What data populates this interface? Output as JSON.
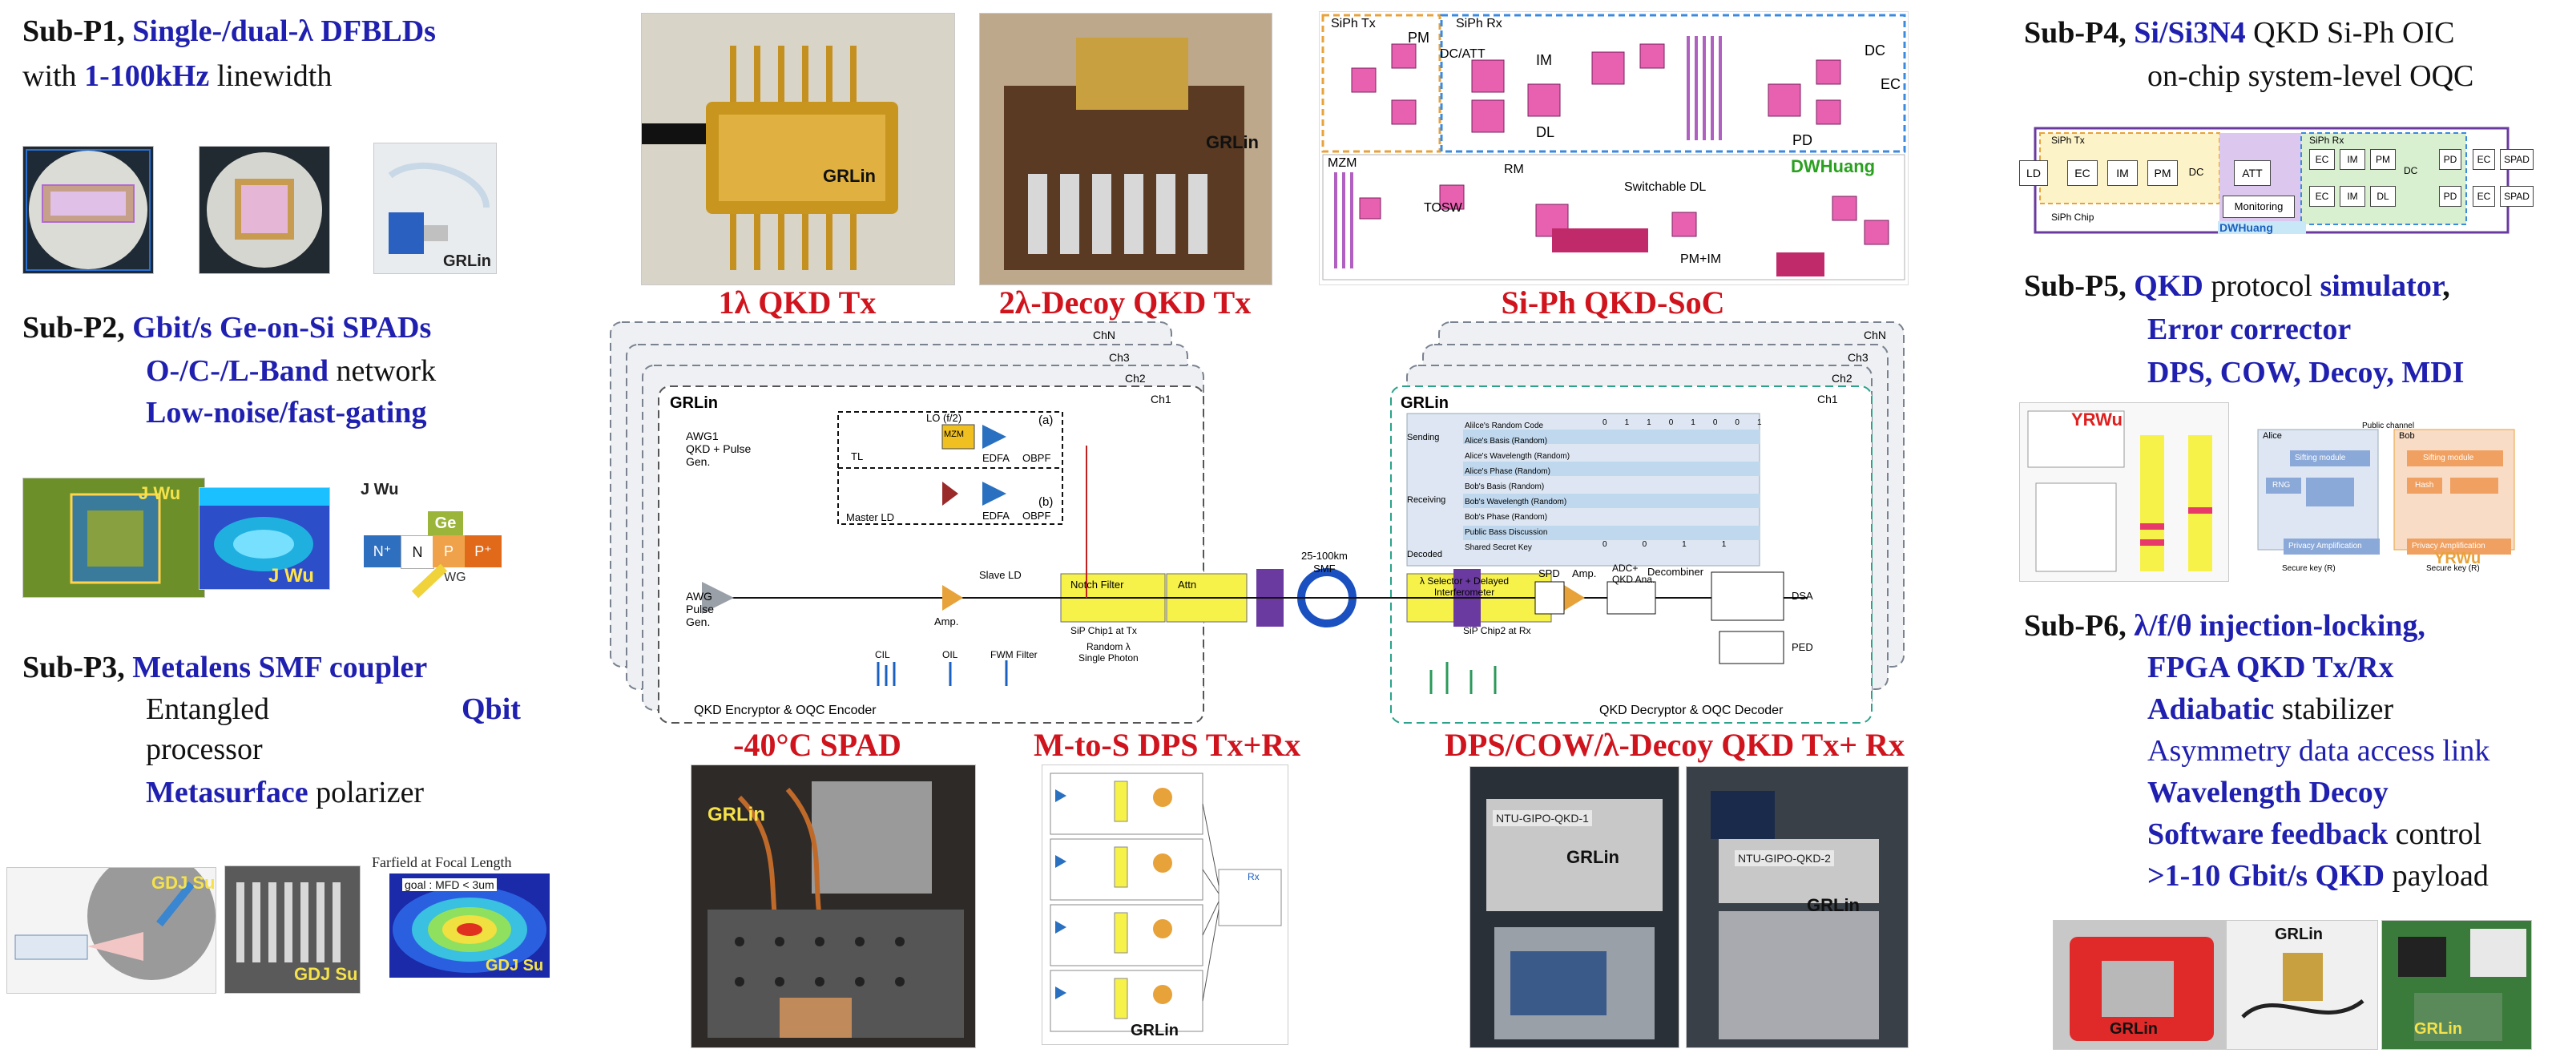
{
  "subp1": {
    "tag": "Sub-P1,",
    "t1": "Single-/dual-λ DFBLDs",
    "t2a": "with ",
    "t2b": "1-100kHz",
    "t2c": " linewidth",
    "photo_label": "GRLin"
  },
  "subp2": {
    "tag": "Sub-P2,",
    "t1": "Gbit/s Ge-on-Si SPADs",
    "t2a": "O-/C-/L-Band",
    "t2b": " network",
    "t3": "Low-noise/fast-gating",
    "wm1": "J Wu",
    "wm2": "J Wu",
    "wm3": "J Wu",
    "ge": "Ge",
    "n1": "N⁺",
    "n2": "N",
    "p1": "P",
    "p2": "P⁺",
    "wg": "WG"
  },
  "subp3": {
    "tag": "Sub-P3,",
    "t1": "Metalens SMF coupler",
    "t2a": "Entangled",
    "t2b": "Qbit",
    "t3": "processor",
    "t4a": "Metasurface",
    "t4b": " polarizer",
    "wm1": "GDJ Su",
    "wm2": "GDJ Su",
    "wm3": "GDJ Su",
    "farfield": "Farfield at Focal Length",
    "goal": "goal : MFD < 3um"
  },
  "subp4": {
    "tag": "Sub-P4,",
    "t1a": "Si/Si3N4",
    "t1b": " QKD Si-Ph OIC",
    "t2": "on-chip system-level OQC",
    "siph_tx": "SiPh Tx",
    "siph_rx": "SiPh Rx",
    "siph_chip": "SiPh Chip",
    "dwhuang": "DWHuang",
    "ld": "LD",
    "ec": "EC",
    "im": "IM",
    "pm": "PM",
    "dc": "DC",
    "att": "ATT",
    "monitoring": "Monitoring",
    "dl": "DL",
    "pd": "PD",
    "spad": "SPAD"
  },
  "subp5": {
    "tag": "Sub-P5,",
    "t1a": "QKD",
    "t1b": " protocol ",
    "t1c": "simulator",
    "t1d": ",",
    "t2": "Error corrector",
    "t3": "DPS, COW, Decoy, MDI",
    "yrwu1": "YRWu",
    "yrwu2": "YRWu",
    "alice": "Alice",
    "bob": "Bob",
    "sifting1": "Sifting module",
    "sifting2": "Sifting module",
    "privacy1": "Privacy Amplification",
    "privacy2": "Privacy Amplification",
    "public_channel": "Public channel",
    "rng": "RNG",
    "hash": "Hash",
    "secure1": "Secure key (R)",
    "secure2": "Secure key (R)"
  },
  "subp6": {
    "tag": "Sub-P6,",
    "t1": "λ/f/θ injection-locking,",
    "t2": "FPGA QKD Tx/Rx",
    "t3a": "Adiabatic",
    "t3b": " stabilizer",
    "t4": "Asymmetry data access link",
    "t5": "Wavelength Decoy",
    "t6a": "Software feedback",
    "t6b": " control",
    "t7a": ">1-10 Gbit/s QKD",
    "t7b": " payload",
    "wm1": "GRLin",
    "wm2": "GRLin",
    "wm3": "GRLin"
  },
  "captions": {
    "c1": "1λ QKD Tx",
    "c2": "2λ-Decoy QKD Tx",
    "c3": "Si-Ph QKD-SoC",
    "c4": "-40°C SPAD",
    "c5": "M-to-S DPS Tx+Rx",
    "c6": "DPS/COW/λ-Decoy QKD Tx+ Rx"
  },
  "photos": {
    "p1": "GRLin",
    "p2": "GRLin",
    "siph_tx": "SiPh Tx",
    "siph_rx": "SiPh Rx",
    "pm": "PM",
    "dc_att": "DC/ATT",
    "im": "IM",
    "dl": "DL",
    "pd": "PD",
    "dc": "DC",
    "ec": "EC",
    "mzm": "MZM",
    "rm": "RM",
    "tosw": "TOSW",
    "switchable": "Switchable DL",
    "pmim": "PM+IM",
    "dwhuang": "DWHuang",
    "spad_wm": "GRLin",
    "dps_wm": "GRLin",
    "ntu1": "NTU-GIPO-QKD-1",
    "ntu2": "NTU-GIPO-QKD-2",
    "grlin3": "GRLin",
    "grlin4": "GRLin",
    "rx": "Rx"
  },
  "center": {
    "chN": "ChN",
    "ch3": "Ch3",
    "ch2": "Ch2",
    "ch1": "Ch1",
    "grlin_l": "GRLin",
    "grlin_r": "GRLin",
    "awg1": "AWG1",
    "awg1_sub": "QKD + Pulse",
    "awg1_sub2": "Gen.",
    "awg": "AWG",
    "awg_sub": "Pulse",
    "awg_sub2": "Gen.",
    "lo": "LO (f/2)",
    "a": "(a)",
    "b": "(b)",
    "tl": "TL",
    "mzm": "MZM",
    "edfa1": "EDFA",
    "obpf1": "OBPF",
    "edfa2": "EDFA",
    "obpf2": "OBPF",
    "master": "Master LD",
    "slave": "Slave LD",
    "amp1": "Amp.",
    "notch": "Notch Filter",
    "attn": "Attn",
    "chip1": "SiP Chip1 at Tx",
    "smf": "25-100km",
    "smf2": "SMF",
    "selector": "λ Selector + Delayed",
    "interf": "Interferometer",
    "chip2": "SiP Chip2 at Rx",
    "spd": "SPD",
    "amp2": "Amp.",
    "adc": "ADC+",
    "adc2": "QKD Ana.",
    "decombiner": "Decombiner",
    "dsa": "DSA",
    "ped": "PED",
    "cil": "CIL",
    "oil": "OIL",
    "fwm": "FWM Filter",
    "random": "Random λ",
    "single": "Single Photon",
    "encoder": "QKD Encryptor & OQC Encoder",
    "decoder": "QKD Decryptor & OQC Decoder",
    "sending": "Sending",
    "receiving": "Receiving",
    "decoded": "Decoded",
    "rows": [
      "Alilce's Random Code",
      "Alice's Basis (Random)",
      "Alice's Wavelength (Random)",
      "Alice's Phase (Random)",
      "Bob's Basis (Random)",
      "Bob's Wavelength (Random)",
      "Bob's Phase (Random)",
      "Public Bass Discussion",
      "Shared Secret Key"
    ],
    "code": [
      "0",
      "1",
      "1",
      "0",
      "1",
      "0",
      "0",
      "1"
    ],
    "key": [
      "0",
      "0",
      "1",
      "1"
    ]
  },
  "colors": {
    "blue": "#1f1fb0",
    "red": "#d0141d",
    "black": "#111111",
    "yellow": "#f7f24a",
    "teal": "#2aa38a",
    "purple": "#6a3aa0",
    "pink": "#e8a6c8",
    "magenta": "#c0407a"
  }
}
